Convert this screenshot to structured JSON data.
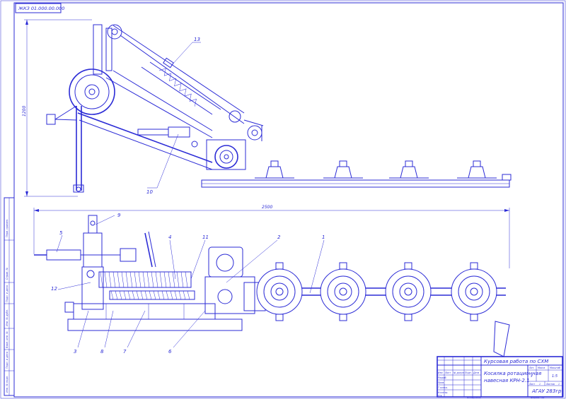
{
  "stamp": {
    "corner_code": "ЖКЗ 01.000.00.000"
  },
  "dimensions": {
    "height": "1200",
    "length": "2500"
  },
  "callouts": {
    "c13": "13",
    "c10": "10",
    "c9": "9",
    "c5": "5",
    "c4": "4",
    "c11": "11",
    "c2": "2",
    "c1": "1",
    "c12": "12",
    "c3": "3",
    "c8": "8",
    "c7": "7",
    "c6": "6"
  },
  "title_block": {
    "course": "Курсовая работа по СХМ",
    "name_line1": "Косилка ротационная",
    "name_line2": "навесная КРН-2.1",
    "group": "АГАУ 283гр",
    "sheet_label": "Лист",
    "sheets_label": "Листов",
    "mass_label": "Масса",
    "scale_label": "Масштаб",
    "scale_value": "1:5",
    "letter_value": "У",
    "sheet_num": "1",
    "sheets_num": "1",
    "row_izm": "Изм",
    "row_list": "Лист",
    "row_doc": "№ докум.",
    "row_sign": "Подп.",
    "row_date": "Дата",
    "role_dev": "Разраб.",
    "role_check": "Пров.",
    "role_tcontrol": "Т.контр.",
    "role_ncontrol": "Н.контр.",
    "role_approve": "Утв.",
    "copied": "Копировал",
    "format": "Формат А1"
  },
  "left_strip": {
    "s1": "Перв. примен.",
    "s2": "Справ. №",
    "s3": "Подп. и дата",
    "s4": "Инв. № дубл.",
    "s5": "Взам. инв. №",
    "s6": "Подп. и дата",
    "s7": "Инв. № подл."
  }
}
